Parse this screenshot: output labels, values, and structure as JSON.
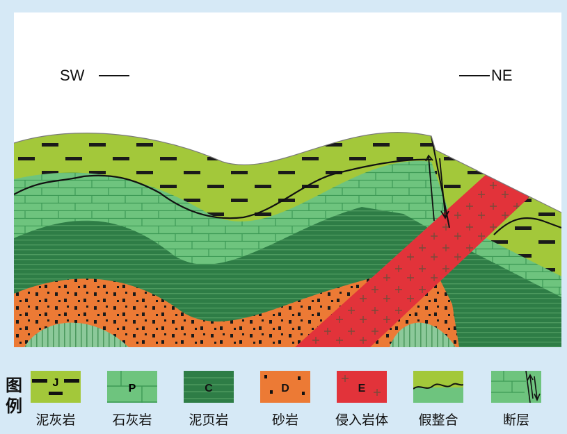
{
  "directions": {
    "left": "SW",
    "right": "NE"
  },
  "legend": {
    "heading": "图例",
    "items": [
      {
        "code": "J",
        "label": "泥灰岩",
        "color": "#a3c83a",
        "icon": "marl-swatch"
      },
      {
        "code": "P",
        "label": "石灰岩",
        "color": "#6ec47e",
        "icon": "limestone-swatch"
      },
      {
        "code": "C",
        "label": "泥页岩",
        "color": "#2e7d46",
        "icon": "shale-swatch"
      },
      {
        "code": "D",
        "label": "砂岩",
        "color": "#ec7a35",
        "icon": "sandstone-swatch"
      },
      {
        "code": "E",
        "label": "侵入岩体",
        "color": "#e2333a",
        "icon": "intrusion-swatch"
      },
      {
        "code": "",
        "label": "假整合",
        "color": "#a3c83a",
        "icon": "disconformity-swatch"
      },
      {
        "code": "",
        "label": "断层",
        "color": "#6ec47e",
        "icon": "fault-swatch"
      }
    ]
  }
}
